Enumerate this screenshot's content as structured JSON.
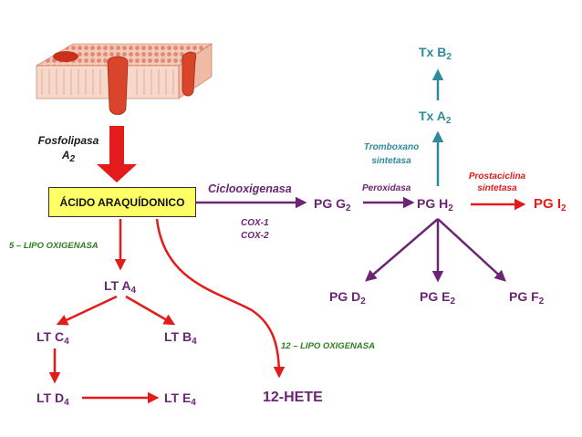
{
  "membrane": {
    "enzyme_line1": "Fosfolipasa",
    "enzyme_line2": "A",
    "enzyme_sub": "2"
  },
  "acido": "ÁCIDO ARAQUÍDONICO",
  "cox": {
    "label": "Ciclooxigenasa",
    "isoform1": "COX-1",
    "isoform2": "COX-2"
  },
  "lipo5": "5 – LIPO OXIGENASA",
  "lipo12": "12 – LIPO OXIGENASA",
  "hete": "12-HETE",
  "peroxidasa": "Peroxidasa",
  "tromboxano_sintetasa": {
    "line1": "Tromboxano",
    "line2": "sintetasa"
  },
  "prostaciclina_sintetasa": {
    "line1": "Prostaciclina",
    "line2": "sintetasa"
  },
  "nodes": {
    "pgg": {
      "main": "PG G",
      "sub": "2"
    },
    "pgh": {
      "main": "PG H",
      "sub": "2"
    },
    "pgi": {
      "main": "PG I",
      "sub": "2"
    },
    "txa": {
      "main": "Tx A",
      "sub": "2"
    },
    "txb": {
      "main": "Tx B",
      "sub": "2"
    },
    "pgd": {
      "main": "PG D",
      "sub": "2"
    },
    "pge": {
      "main": "PG E",
      "sub": "2"
    },
    "pgf": {
      "main": "PG F",
      "sub": "2"
    },
    "lta": {
      "main": "LT A",
      "sub": "4"
    },
    "ltc": {
      "main": "LT C",
      "sub": "4"
    },
    "ltb": {
      "main": "LT B",
      "sub": "4"
    },
    "ltd": {
      "main": "LT D",
      "sub": "4"
    },
    "lte": {
      "main": "LT E",
      "sub": "4"
    }
  },
  "colors": {
    "purple": "#6b2574",
    "red": "#e31b1b",
    "teal": "#2f8a9c",
    "green": "#2d7d1f",
    "box_fill": "#ffff66",
    "membrane": "#e9a98f"
  }
}
